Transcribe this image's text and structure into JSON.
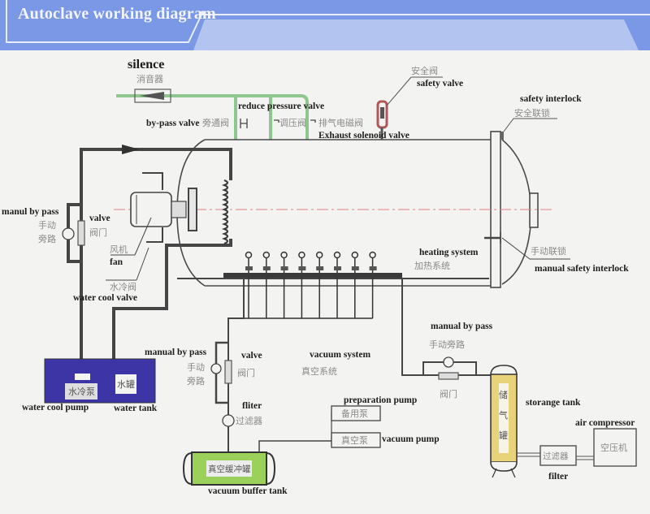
{
  "header": {
    "title": "Autoclave working diagram"
  },
  "colors": {
    "header_bg": "#7b98e6",
    "exhaust_pipe": "#8fc58f",
    "pipe": "#454545",
    "water_tank_fill": "#3d35a6",
    "vacuum_buffer_fill": "#9bd15a",
    "storage_tank_fill": "#e8d27a",
    "center_line": "#e08080",
    "safety_valve": "#b05858"
  },
  "labels": {
    "silencer_en": "silence",
    "silencer_cn": "消音器",
    "bypass_valve_en": "by-pass valve",
    "bypass_valve_cn": "旁通阀",
    "reduce_pressure_en": "reduce pressure valve",
    "reduce_pressure_cn": "调压阀",
    "exhaust_solenoid_cn": "排气电磁阀",
    "exhaust_solenoid_en": "Exhaust solenoid valve",
    "safety_valve_cn": "安全阀",
    "safety_valve_en": "safety valve",
    "safety_interlock_en": "safety interlock",
    "safety_interlock_cn": "安全联锁",
    "manual_bypass_left_en": "manul by pass",
    "manual_bypass_left_cn1": "手动",
    "manual_bypass_left_cn2": "旁路",
    "valve_left_en": "valve",
    "valve_left_cn": "阀门",
    "fan_cn": "风机",
    "fan_en": "fan",
    "water_cool_valve_cn": "水冷阀",
    "water_cool_valve_en": "water cool valve",
    "heating_system_en": "heating system",
    "heating_system_cn": "加热系统",
    "manual_safety_interlock_cn": "手动联锁",
    "manual_safety_interlock_en": "manual safety interlock",
    "water_cool_pump_cn": "水冷泵",
    "water_cool_pump_en": "water cool pump",
    "water_tank_cn": "水罐",
    "water_tank_en": "water tank",
    "manual_bypass_mid_en": "manual by pass",
    "manual_bypass_mid_cn1": "手动",
    "manual_bypass_mid_cn2": "旁路",
    "valve_mid_en": "valve",
    "valve_mid_cn": "阀门",
    "vacuum_system_en": "vacuum system",
    "vacuum_system_cn": "真空系统",
    "fliter_en": "fliter",
    "fliter_cn": "过滤器",
    "preparation_pump_en": "preparation pump",
    "preparation_pump_cn": "备用泵",
    "vacuum_pump_cn": "真空泵",
    "vacuum_pump_en": "vacuum pump",
    "vacuum_buffer_cn": "真空缓冲罐",
    "vacuum_buffer_en": "vacuum buffer tank",
    "manual_bypass_right_en": "manual by pass",
    "manual_bypass_right_cn": "手动旁路",
    "valve_right_cn": "阀门",
    "storage_tank_cn1": "储",
    "storage_tank_cn2": "气",
    "storage_tank_cn3": "罐",
    "storage_tank_en": "storange tank",
    "air_compressor_en": "air compressor",
    "air_compressor_cn": "空压机",
    "filter_right_cn": "过滤器",
    "filter_right_en": "filter"
  },
  "heaters": [
    "1",
    "2",
    "3",
    "4",
    "5",
    "6",
    "7",
    "8"
  ]
}
